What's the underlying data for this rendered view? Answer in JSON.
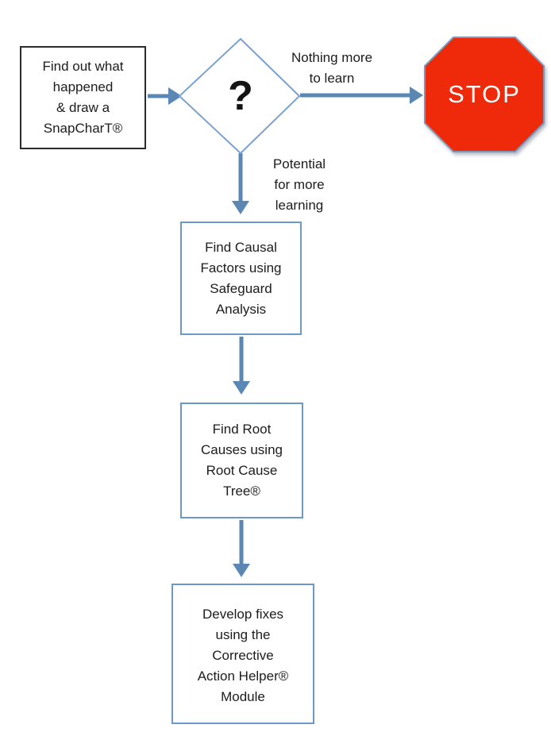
{
  "flow": {
    "start": [
      "Find out what",
      "happened",
      "& draw a",
      "SnapCharT®"
    ],
    "decision": "?",
    "stop": "STOP",
    "no_more_label": [
      "Nothing more",
      "to learn"
    ],
    "potential_label": [
      "Potential",
      "for more",
      "learning"
    ],
    "steps": [
      [
        "Find Causal",
        "Factors using",
        "Safeguard",
        "Analysis"
      ],
      [
        "Find Root",
        "Causes using",
        "Root Cause",
        "Tree®"
      ],
      [
        "Develop fixes",
        "using the",
        "Corrective",
        "Action Helper®",
        "Module"
      ]
    ],
    "colors": {
      "arrow": "#5b87b5",
      "blue_border": "#6c97c9",
      "black_border": "#2b2b2b",
      "diamond_border": "#7ba1d0",
      "stop_fill": "#ee2a0a",
      "stop_border": "#7f98b8",
      "stop_text": "#ffffff",
      "text": "#1c1c1c"
    }
  }
}
